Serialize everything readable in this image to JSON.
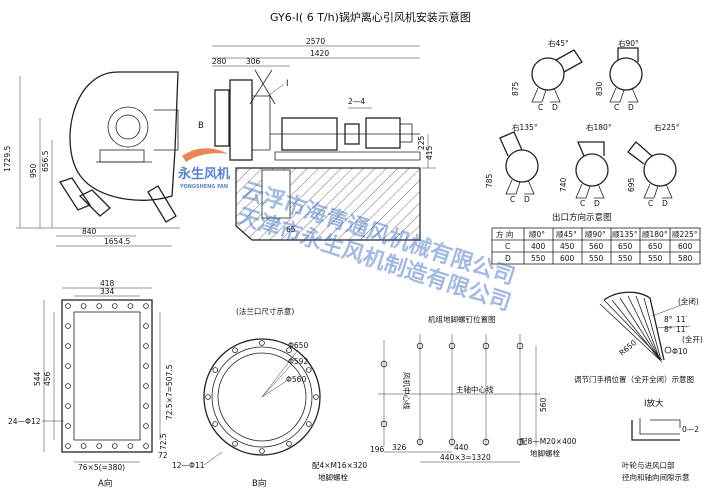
{
  "title": "GY6-Ⅰ( 6 T/h)锅炉离心引风机安装示意图",
  "watermark": {
    "logo_text": "永生风机",
    "logo_sub": "YONGSHENG FAN",
    "line1": "云浮市海青通风机械有限公司",
    "line2": "天津市永生风机制造有限公司",
    "color": "#2f62b8",
    "accent": "#e66a2c"
  },
  "front_view": {
    "dims": {
      "h_total": "1729.5",
      "h_950": "950",
      "h_656": "656.5",
      "w_840": "840",
      "w_1654": "1654.5"
    },
    "mark_b": "B"
  },
  "side_view": {
    "dims": {
      "d2570": "2570",
      "d1420": "1420",
      "d280": "280",
      "d306": "306",
      "d415": "415",
      "d225": "225",
      "d65": "65"
    },
    "label_I": "I",
    "section_mark": "2—4"
  },
  "outlet": {
    "items": [
      {
        "label": "右45°",
        "dim": "875"
      },
      {
        "label": "右90°",
        "dim": "830"
      },
      {
        "label": "右135°",
        "dim": "785"
      },
      {
        "label": "右180°",
        "dim": "740"
      },
      {
        "label": "右225°",
        "dim": "695"
      }
    ],
    "cd": [
      "C",
      "D"
    ],
    "caption": "出口方向示意图"
  },
  "dir_table": {
    "headers": [
      "方 向",
      "顺0°",
      "顺45°",
      "顺90°",
      "顺135°",
      "顺180°",
      "顺225°"
    ],
    "rows": [
      [
        "C",
        "400",
        "450",
        "560",
        "650",
        "650",
        "600"
      ],
      [
        "D",
        "550",
        "600",
        "550",
        "550",
        "550",
        "580"
      ]
    ]
  },
  "view_a": {
    "dims": {
      "w418": "418",
      "w334": "334",
      "h544": "544",
      "h456": "456",
      "right": "72.5×7=507.5",
      "bottom": "76×5(=380)",
      "bolt": "24—Φ12",
      "h72": "72.5",
      "edge": "72"
    },
    "caption": "A向"
  },
  "view_b": {
    "note": "(法兰口尺寸示意)",
    "dims": {
      "d650": "Φ650",
      "d592": "Φ592",
      "d560": "Φ560",
      "bolt": "12—Φ11"
    },
    "caption": "B向"
  },
  "foundation": {
    "title": "机组地脚螺钉位置图",
    "center": "主轴中心线",
    "axis": "风机中心线",
    "dims": {
      "d560": "560",
      "d326": "326",
      "d440": "440",
      "d440x3": "440×3=1320",
      "d196": "196"
    },
    "bolt_left": "配4×M16×320",
    "bolt_left_sub": "地脚螺栓",
    "bolt_right": "配8—M20×400",
    "bolt_right_sub": "地脚螺栓"
  },
  "damper": {
    "angles": [
      "8°",
      "11′",
      "8°",
      "11′"
    ],
    "closed": "(全闭)",
    "open": "(全开)",
    "r650": "R650",
    "d10": "Φ10",
    "caption": "调节门手柄位置（全开全闭）示意图"
  },
  "detail": {
    "title": "I放大",
    "note": "0—2",
    "caption1": "叶轮与进风口部",
    "caption2": "径向和轴向间隙示意"
  }
}
